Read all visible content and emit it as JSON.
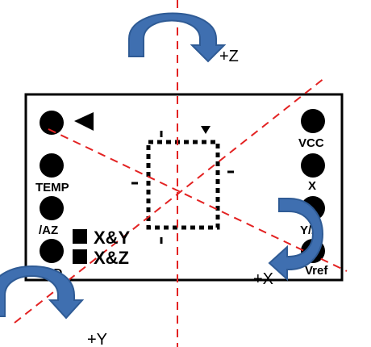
{
  "board": {
    "left_pins": [
      "TEMP",
      "/AZ",
      "GND"
    ],
    "right_pins": [
      "VCC",
      "X",
      "Y/Z",
      "Vref"
    ],
    "axis_legend": [
      {
        "swatch": "filled-square-icon",
        "label": "X&Y"
      },
      {
        "swatch": "filled-square-icon",
        "label": "X&Z"
      }
    ]
  },
  "axes": {
    "z_label": "+Z",
    "x_label": "+X",
    "y_label": "+Y"
  },
  "colors": {
    "axis_line": "#e32222",
    "rotation_arrow": "#3f6fb0",
    "rotation_arrow_stroke": "#2f5b95",
    "board_outline": "#000000"
  },
  "icons": {
    "orientation_marker": "left-triangle-icon",
    "pin1_marker": "down-triangle-icon",
    "rotation_arrow": "curved-rotation-arrow-icon"
  }
}
